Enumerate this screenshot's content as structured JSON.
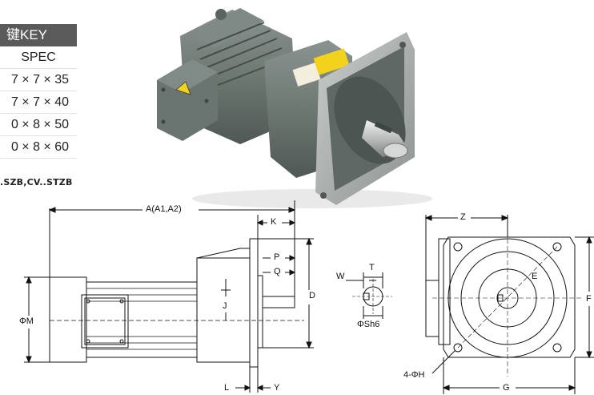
{
  "key_table": {
    "header": "键KEY",
    "spec_label": "SPEC",
    "rows": [
      "7 × 7 × 35",
      "7 × 7 × 40",
      "0 × 8 × 50",
      "0 × 8 × 60"
    ]
  },
  "model_text": ".SZB,CV..STZB",
  "dimension_labels": {
    "A": "A(A1,A2)",
    "K": "K",
    "P": "P",
    "Q": "Q",
    "D": "D",
    "J": "J",
    "M": "ΦM",
    "L": "L",
    "Y": "Y",
    "W": "W",
    "T": "T",
    "Sh6": "ΦSh6",
    "Z": "Z",
    "E": "E",
    "F": "F",
    "G": "G",
    "H": "4-ΦH"
  },
  "colors": {
    "motor_body": "#6e7873",
    "motor_dark": "#4f5854",
    "flange": "#a7adaa",
    "warning_yellow": "#f3d21b",
    "key_header_bg": "#5a5a5a"
  }
}
